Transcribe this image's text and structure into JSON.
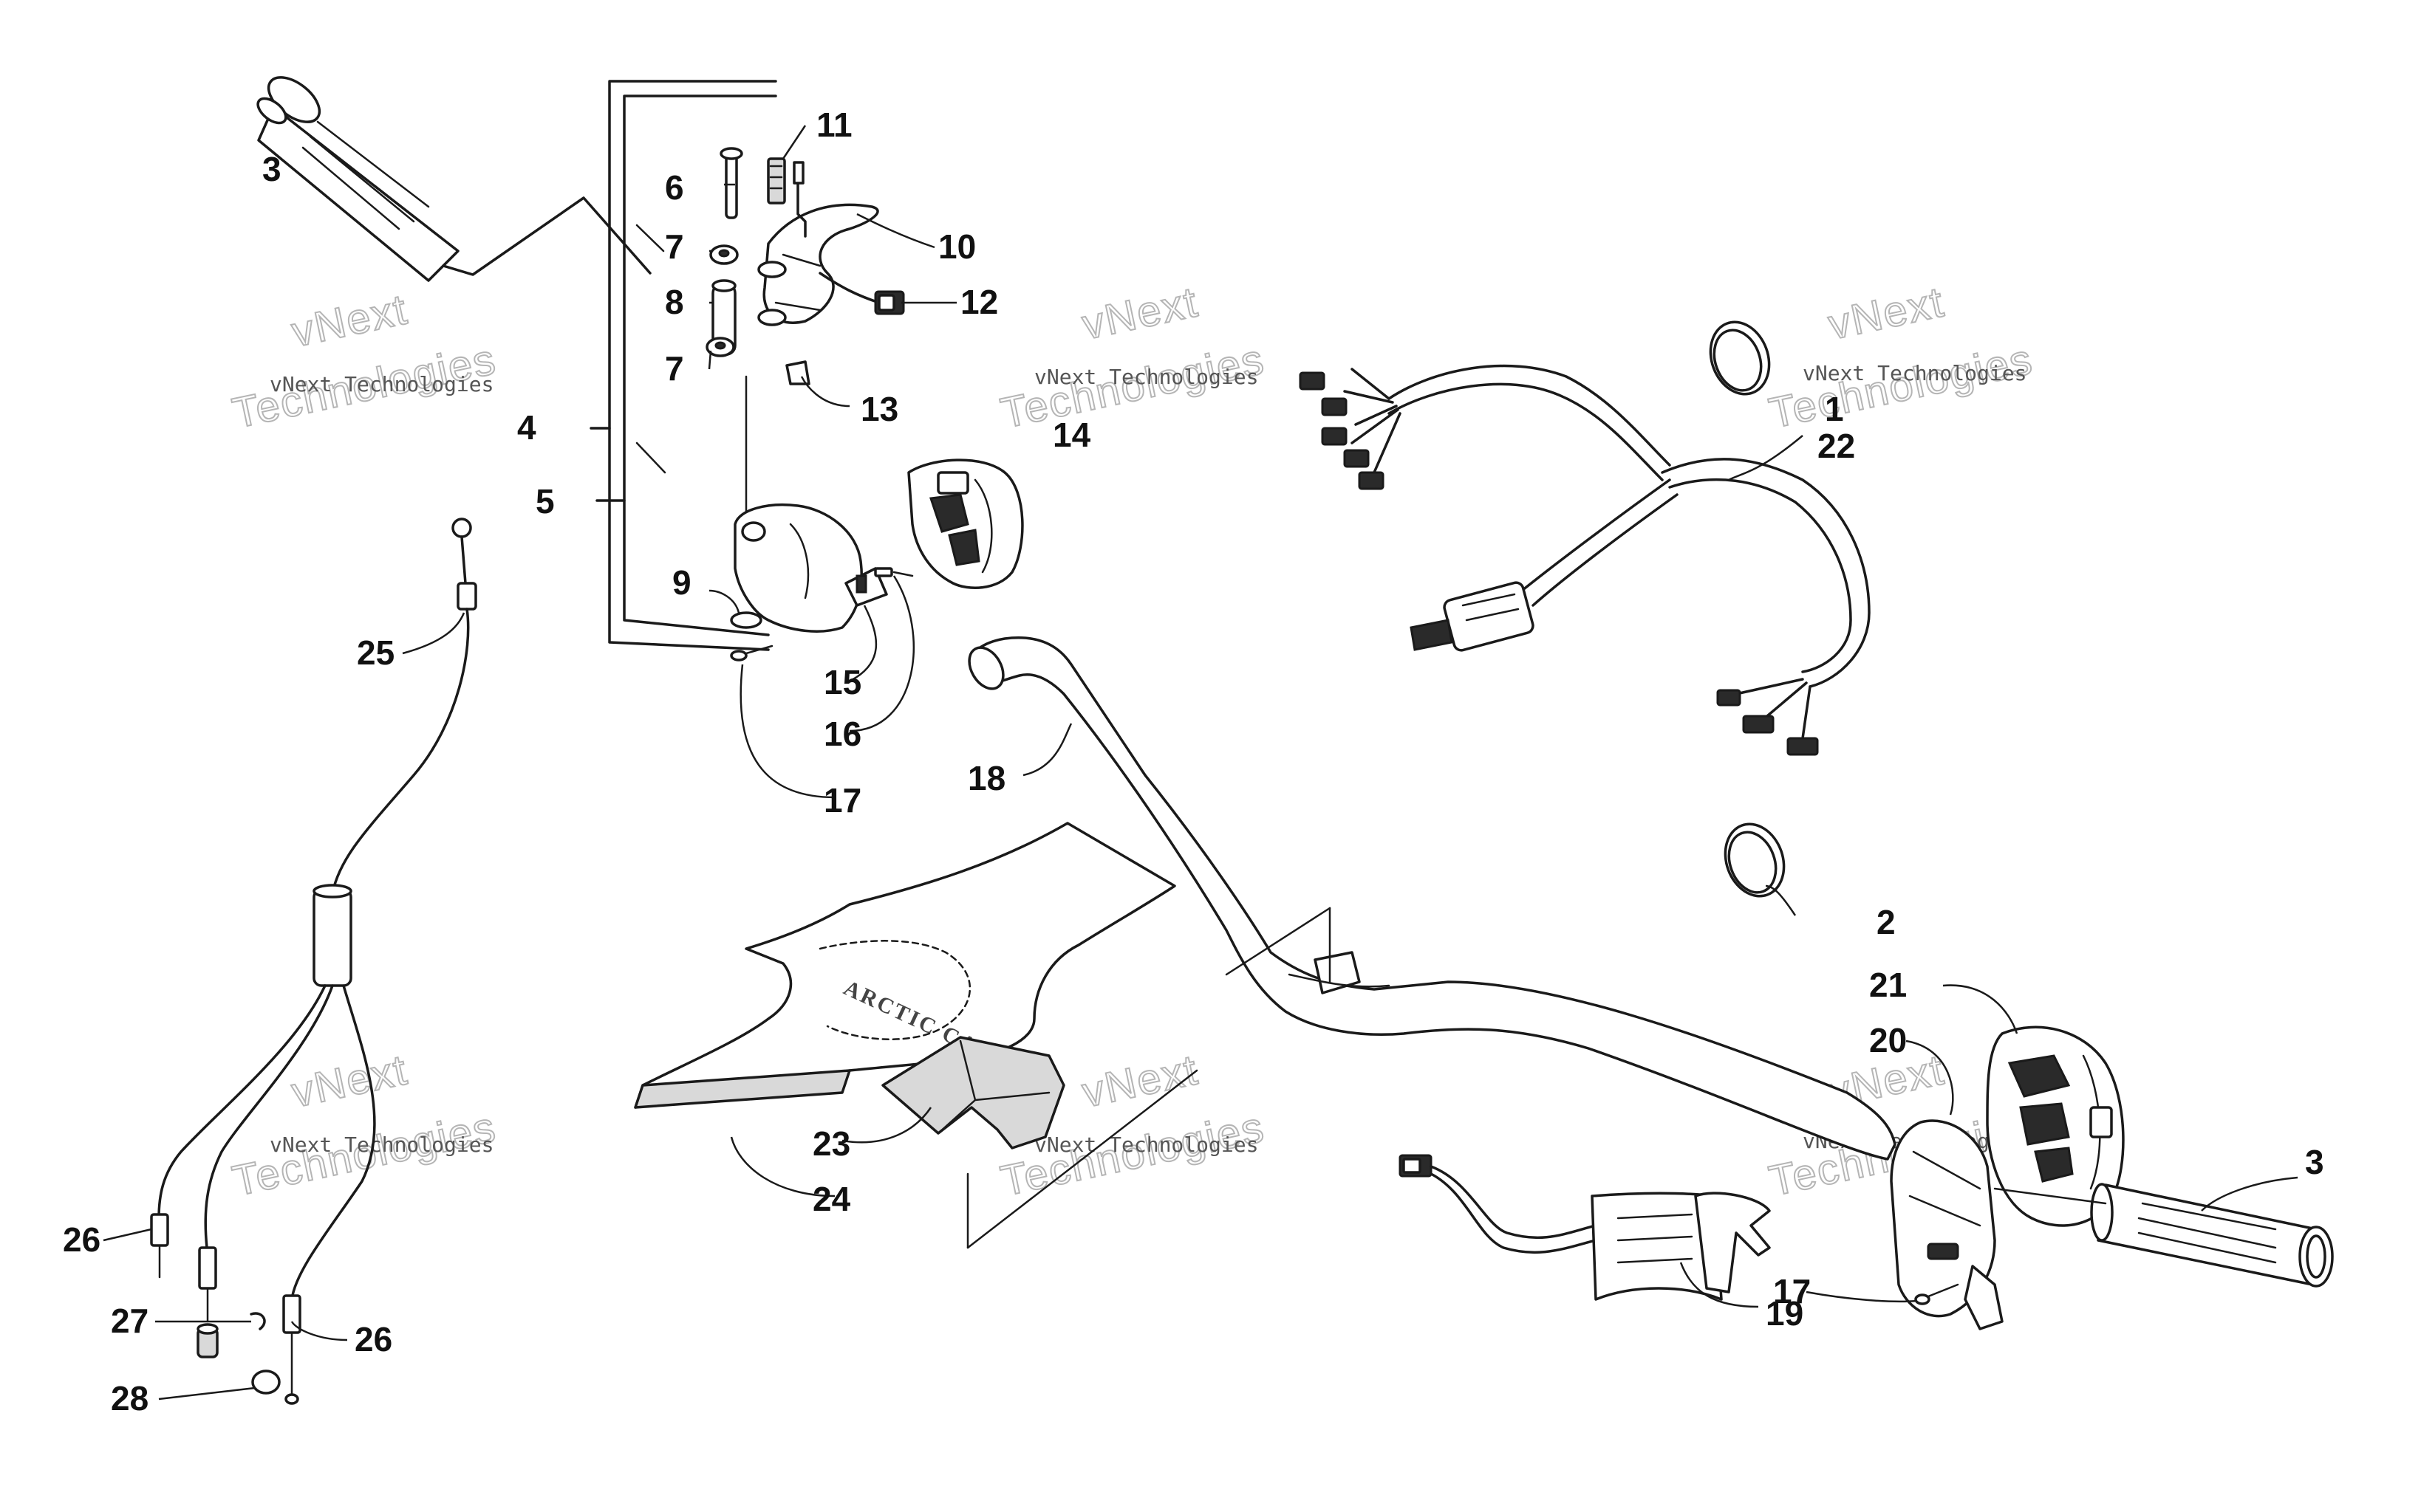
{
  "callouts": [
    "1",
    "2",
    "3",
    "4",
    "5",
    "6",
    "7",
    "8",
    "9",
    "10",
    "11",
    "12",
    "13",
    "14",
    "15",
    "16",
    "17",
    "18",
    "19",
    "20",
    "21",
    "22",
    "23",
    "24",
    "25",
    "26",
    "27",
    "28"
  ],
  "watermark": {
    "line1": "vNext",
    "line2": "Technologies",
    "caption": "vNext Technologies"
  },
  "pad_logo": "ARCTIC CAT"
}
